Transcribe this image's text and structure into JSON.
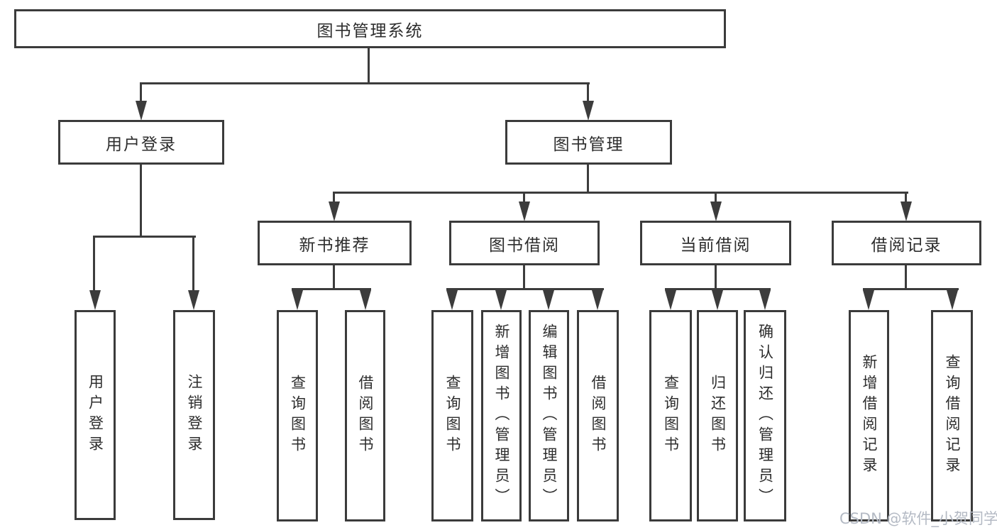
{
  "diagram": {
    "title": "图书管理系统",
    "level2": [
      {
        "label": "用户登录"
      },
      {
        "label": "图书管理"
      }
    ],
    "level3": [
      {
        "label": "新书推荐"
      },
      {
        "label": "图书借阅"
      },
      {
        "label": "当前借阅"
      },
      {
        "label": "借阅记录"
      }
    ],
    "leaves": {
      "login": [
        "用户登录",
        "注销登录"
      ],
      "recommend": [
        "查询图书",
        "借阅图书"
      ],
      "borrow": [
        "查询图书",
        "新增图书（管理员）",
        "编辑图书（管理员）",
        "借阅图书"
      ],
      "current": [
        "查询图书",
        "归还图书",
        "确认归还（管理员）"
      ],
      "record": [
        "新增借阅记录",
        "查询借阅记录"
      ]
    },
    "watermark": "CSDN @软件_小贺同学",
    "colors": {
      "line": "#3c3c3c",
      "border": "#3b3b3b",
      "text": "#2d2d2d",
      "watermark": "#b4bac4",
      "background": "#ffffff"
    }
  }
}
